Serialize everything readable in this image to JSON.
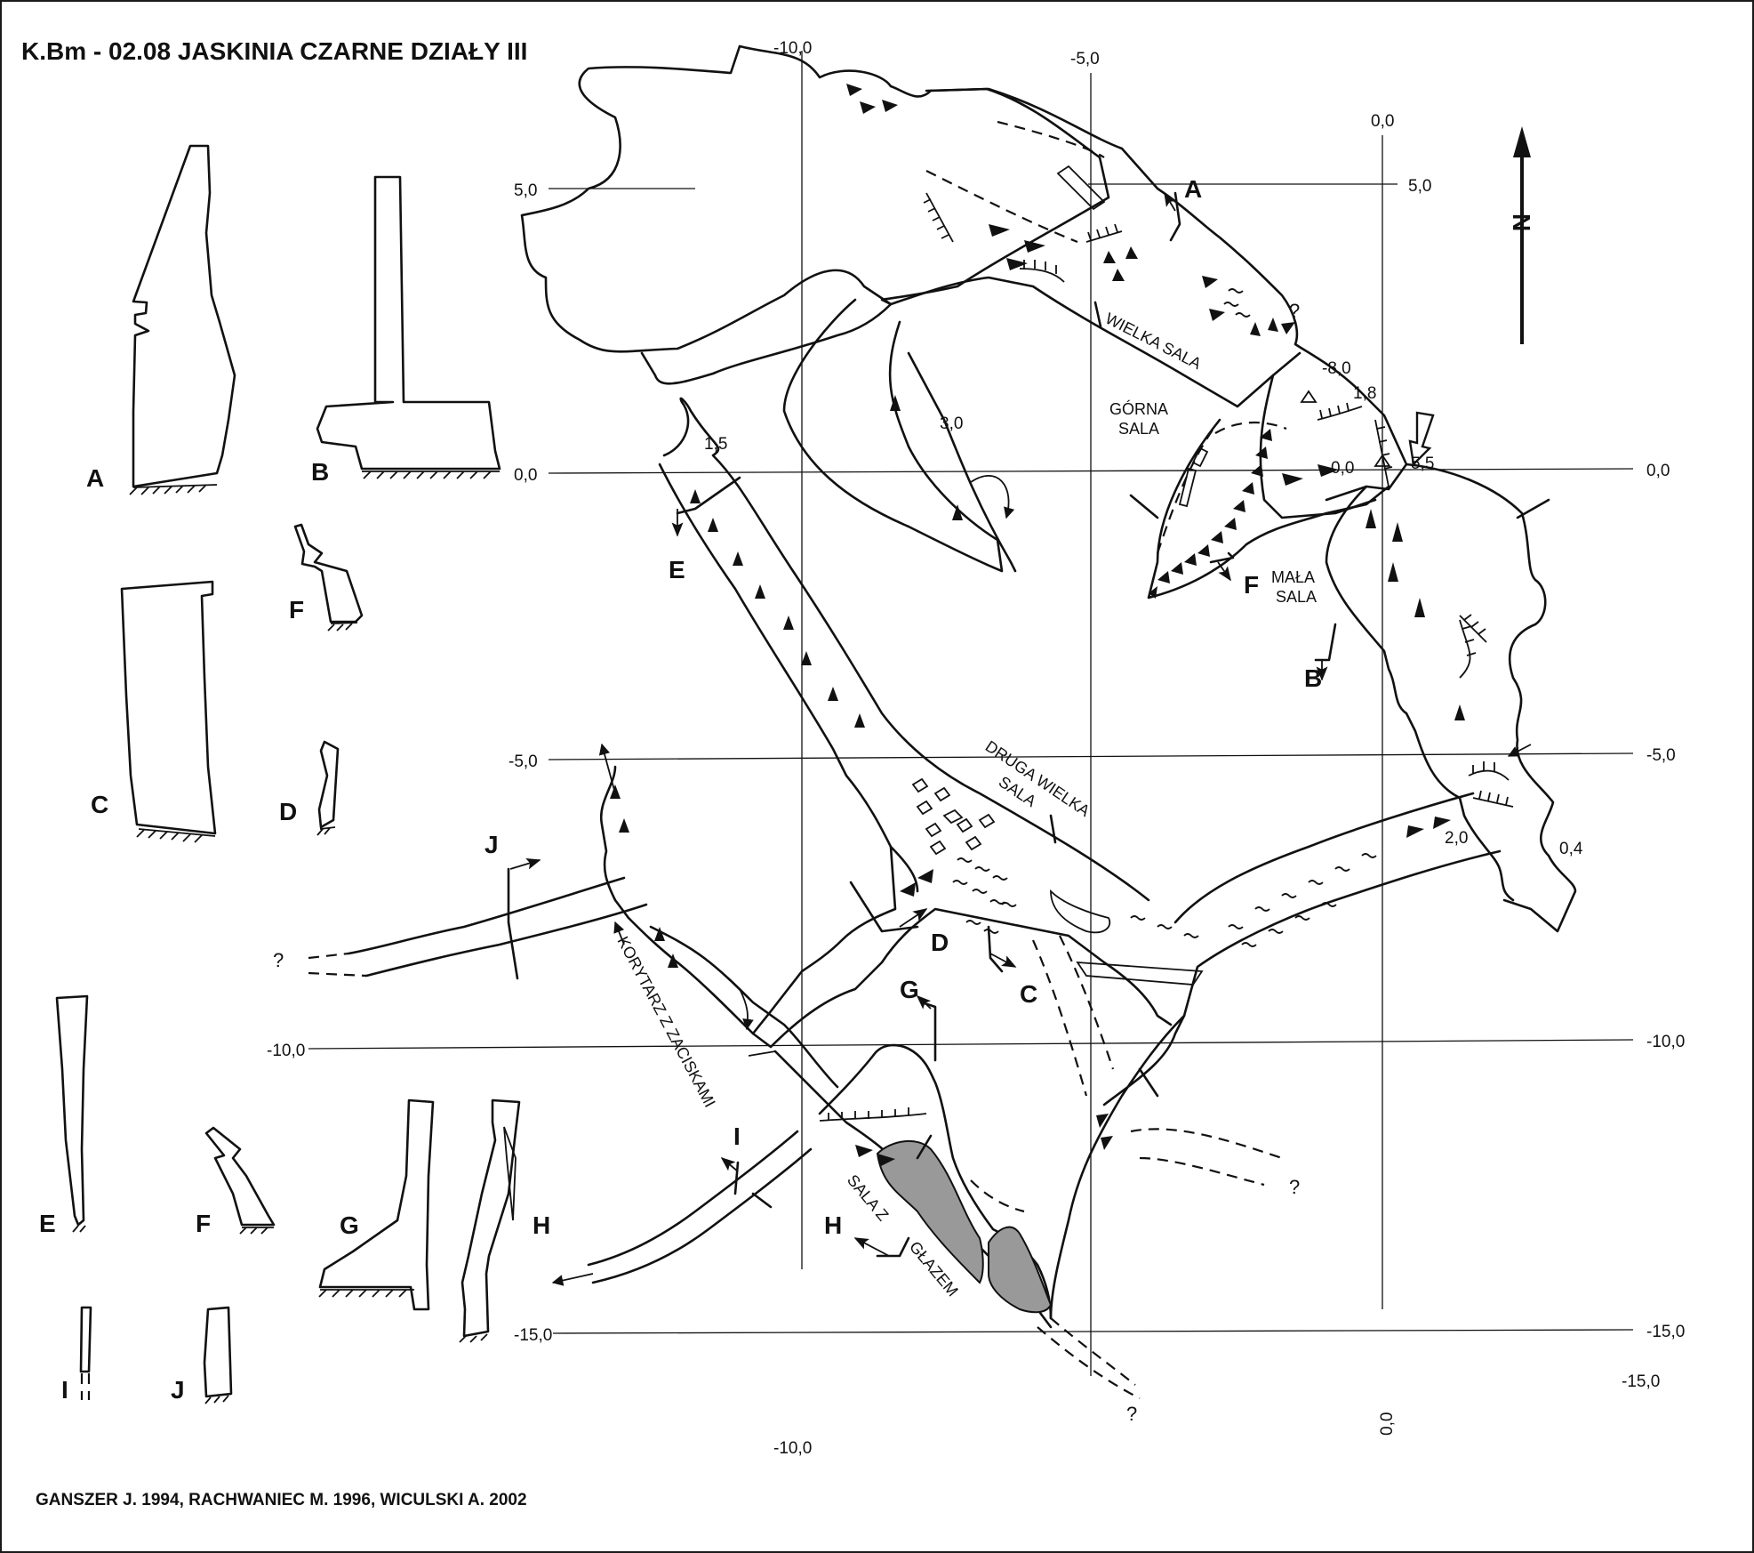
{
  "title": "K.Bm - 02.08  JASKINIA CZARNE DZIAŁY III",
  "credits": "GANSZER J. 1994, RACHWANIEC M. 1996, WICULSKI A. 2002",
  "grid_labels": {
    "top": [
      "-10,0",
      "-5,0",
      "0,0"
    ],
    "bottom": [
      "-10,0",
      "0,0"
    ],
    "left": [
      "5,0",
      "0,0",
      "-5,0",
      "-10,0",
      "-15,0"
    ],
    "right": [
      "5,0",
      "0,0",
      "-5,0",
      "-10,0",
      "-15,0",
      "-15,0"
    ]
  },
  "room_names": {
    "wielka_sala": "WIELKA SALA",
    "gorna_sala": [
      "GÓRNA",
      "SALA"
    ],
    "mala_sala": [
      "MAŁA",
      "SALA"
    ],
    "druga_wielka_sala": [
      "DRUGA WIELKA",
      "SALA"
    ],
    "korytarz": "KORYTARZ Z ZACISKAMI",
    "sala_z_glazem": [
      "SALA Z",
      "GŁAZEM"
    ]
  },
  "heights": [
    "3,0",
    "1,5",
    "-8,0",
    "1,8",
    "0,0",
    "5,5",
    "2,0",
    "0,4"
  ],
  "unknown_marker": "?",
  "section_markers": [
    "A",
    "B",
    "C",
    "D",
    "E",
    "F",
    "G",
    "H",
    "I",
    "J"
  ],
  "profile_labels": [
    "A",
    "B",
    "C",
    "D",
    "E",
    "F",
    "F",
    "G",
    "H",
    "I",
    "J"
  ],
  "north_label": "N"
}
